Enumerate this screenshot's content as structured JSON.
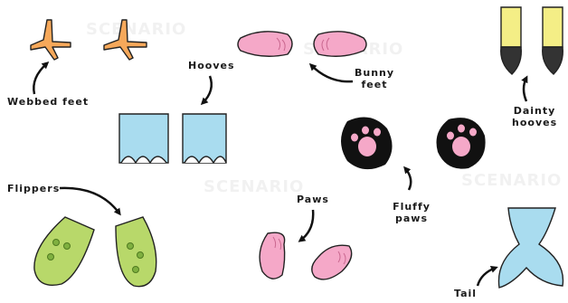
{
  "labels": {
    "webbed_feet": "Webbed feet",
    "hooves": "Hooves",
    "bunny_feet_line1": "Bunny",
    "bunny_feet_line2": "feet",
    "dainty_hooves_line1": "Dainty",
    "dainty_hooves_line2": "hooves",
    "flippers": "Flippers",
    "paws": "Paws",
    "fluffy_paws_line1": "Fluffy",
    "fluffy_paws_line2": "paws",
    "tail": "Tail"
  },
  "watermark": "SCENARIO",
  "colors": {
    "outline": "#222222",
    "webbed_orange": "#f6a85a",
    "bunny_pink": "#f5a8c8",
    "hoof_blue": "#a9dcef",
    "dainty_yellow": "#f4ee86",
    "dainty_tip": "#333333",
    "fluffy_black": "#111111",
    "fluffy_pad": "#f5a8c8",
    "flipper_green": "#b8d86a",
    "flipper_spot": "#7fb040",
    "paw_pink": "#f5a8c8",
    "tail_blue": "#a9dcef"
  }
}
